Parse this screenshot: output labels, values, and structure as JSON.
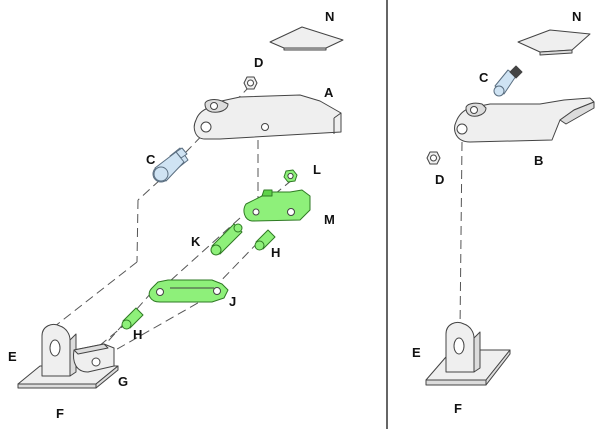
{
  "labels": {
    "left": {
      "N": "N",
      "D": "D",
      "A": "A",
      "C": "C",
      "L": "L",
      "M": "M",
      "K": "K",
      "H1": "H",
      "J": "J",
      "H2": "H",
      "E": "E",
      "G": "G",
      "F": "F"
    },
    "right": {
      "N": "N",
      "C": "C",
      "B": "B",
      "D": "D",
      "E": "E",
      "F": "F"
    }
  },
  "colors": {
    "highlight": "#8ef07a",
    "metal": "#efefef",
    "pin": "#cfe3f3"
  }
}
